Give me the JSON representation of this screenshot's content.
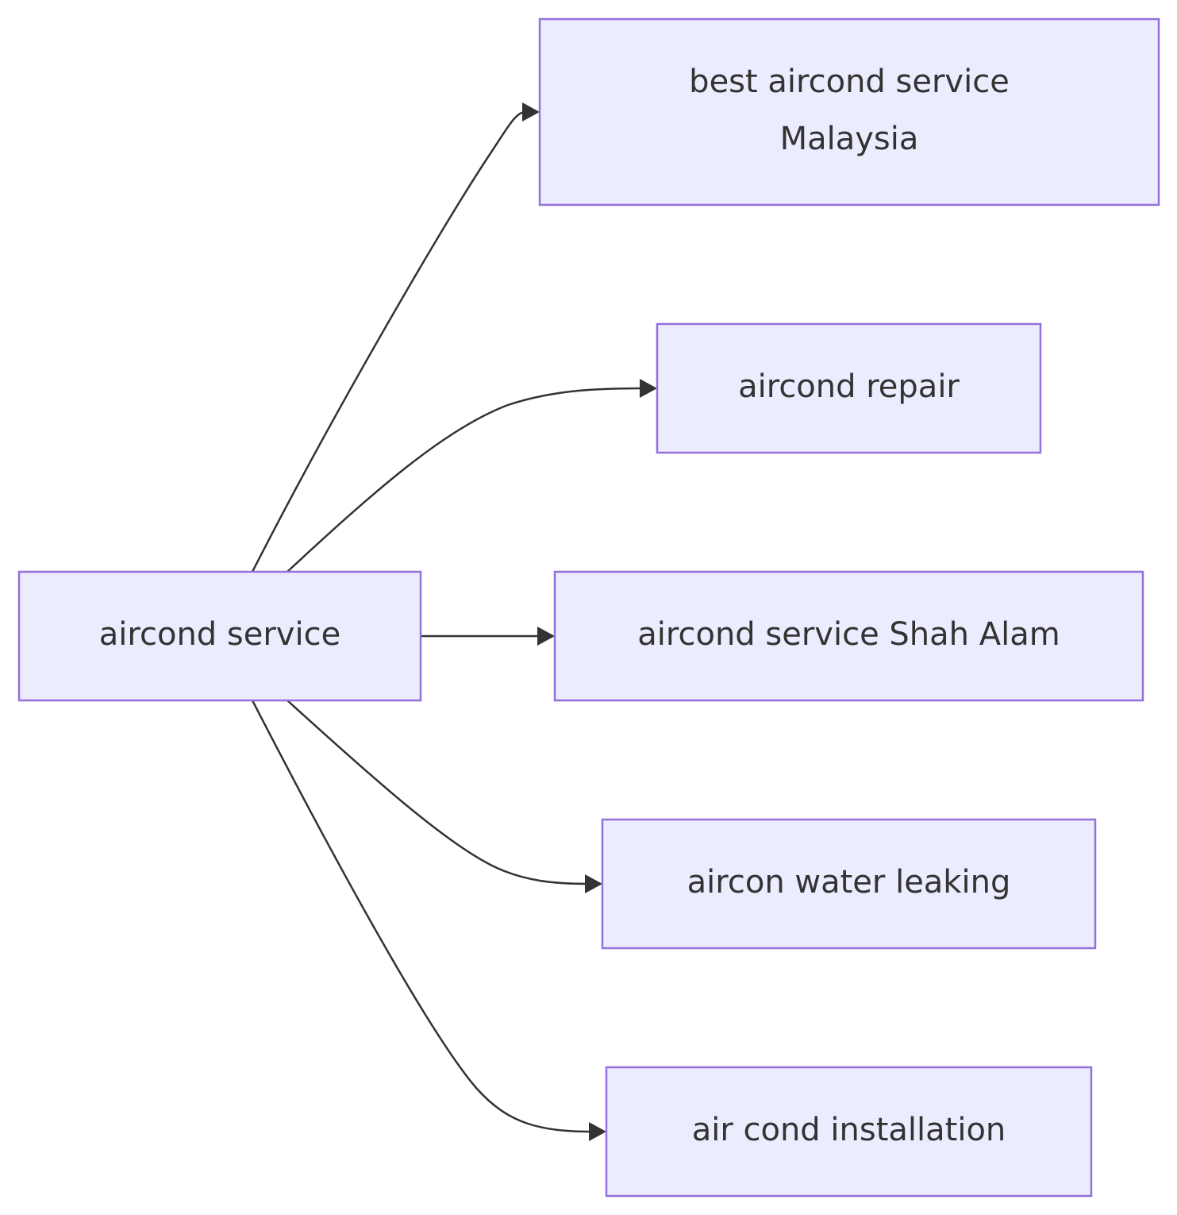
{
  "diagram": {
    "type": "flowchart",
    "direction": "LR",
    "colors": {
      "node_fill": "#ECECFF",
      "node_stroke": "#9370DB",
      "text": "#333333",
      "edge": "#333333"
    },
    "nodes": [
      {
        "id": "root",
        "lines": [
          "aircond service"
        ]
      },
      {
        "id": "n1",
        "lines": [
          "best aircond service",
          "Malaysia"
        ]
      },
      {
        "id": "n2",
        "lines": [
          "aircond repair"
        ]
      },
      {
        "id": "n3",
        "lines": [
          "aircond service Shah Alam"
        ]
      },
      {
        "id": "n4",
        "lines": [
          "aircon water leaking"
        ]
      },
      {
        "id": "n5",
        "lines": [
          "air cond installation"
        ]
      }
    ],
    "edges": [
      {
        "from": "root",
        "to": "n1"
      },
      {
        "from": "root",
        "to": "n2"
      },
      {
        "from": "root",
        "to": "n3"
      },
      {
        "from": "root",
        "to": "n4"
      },
      {
        "from": "root",
        "to": "n5"
      }
    ]
  }
}
